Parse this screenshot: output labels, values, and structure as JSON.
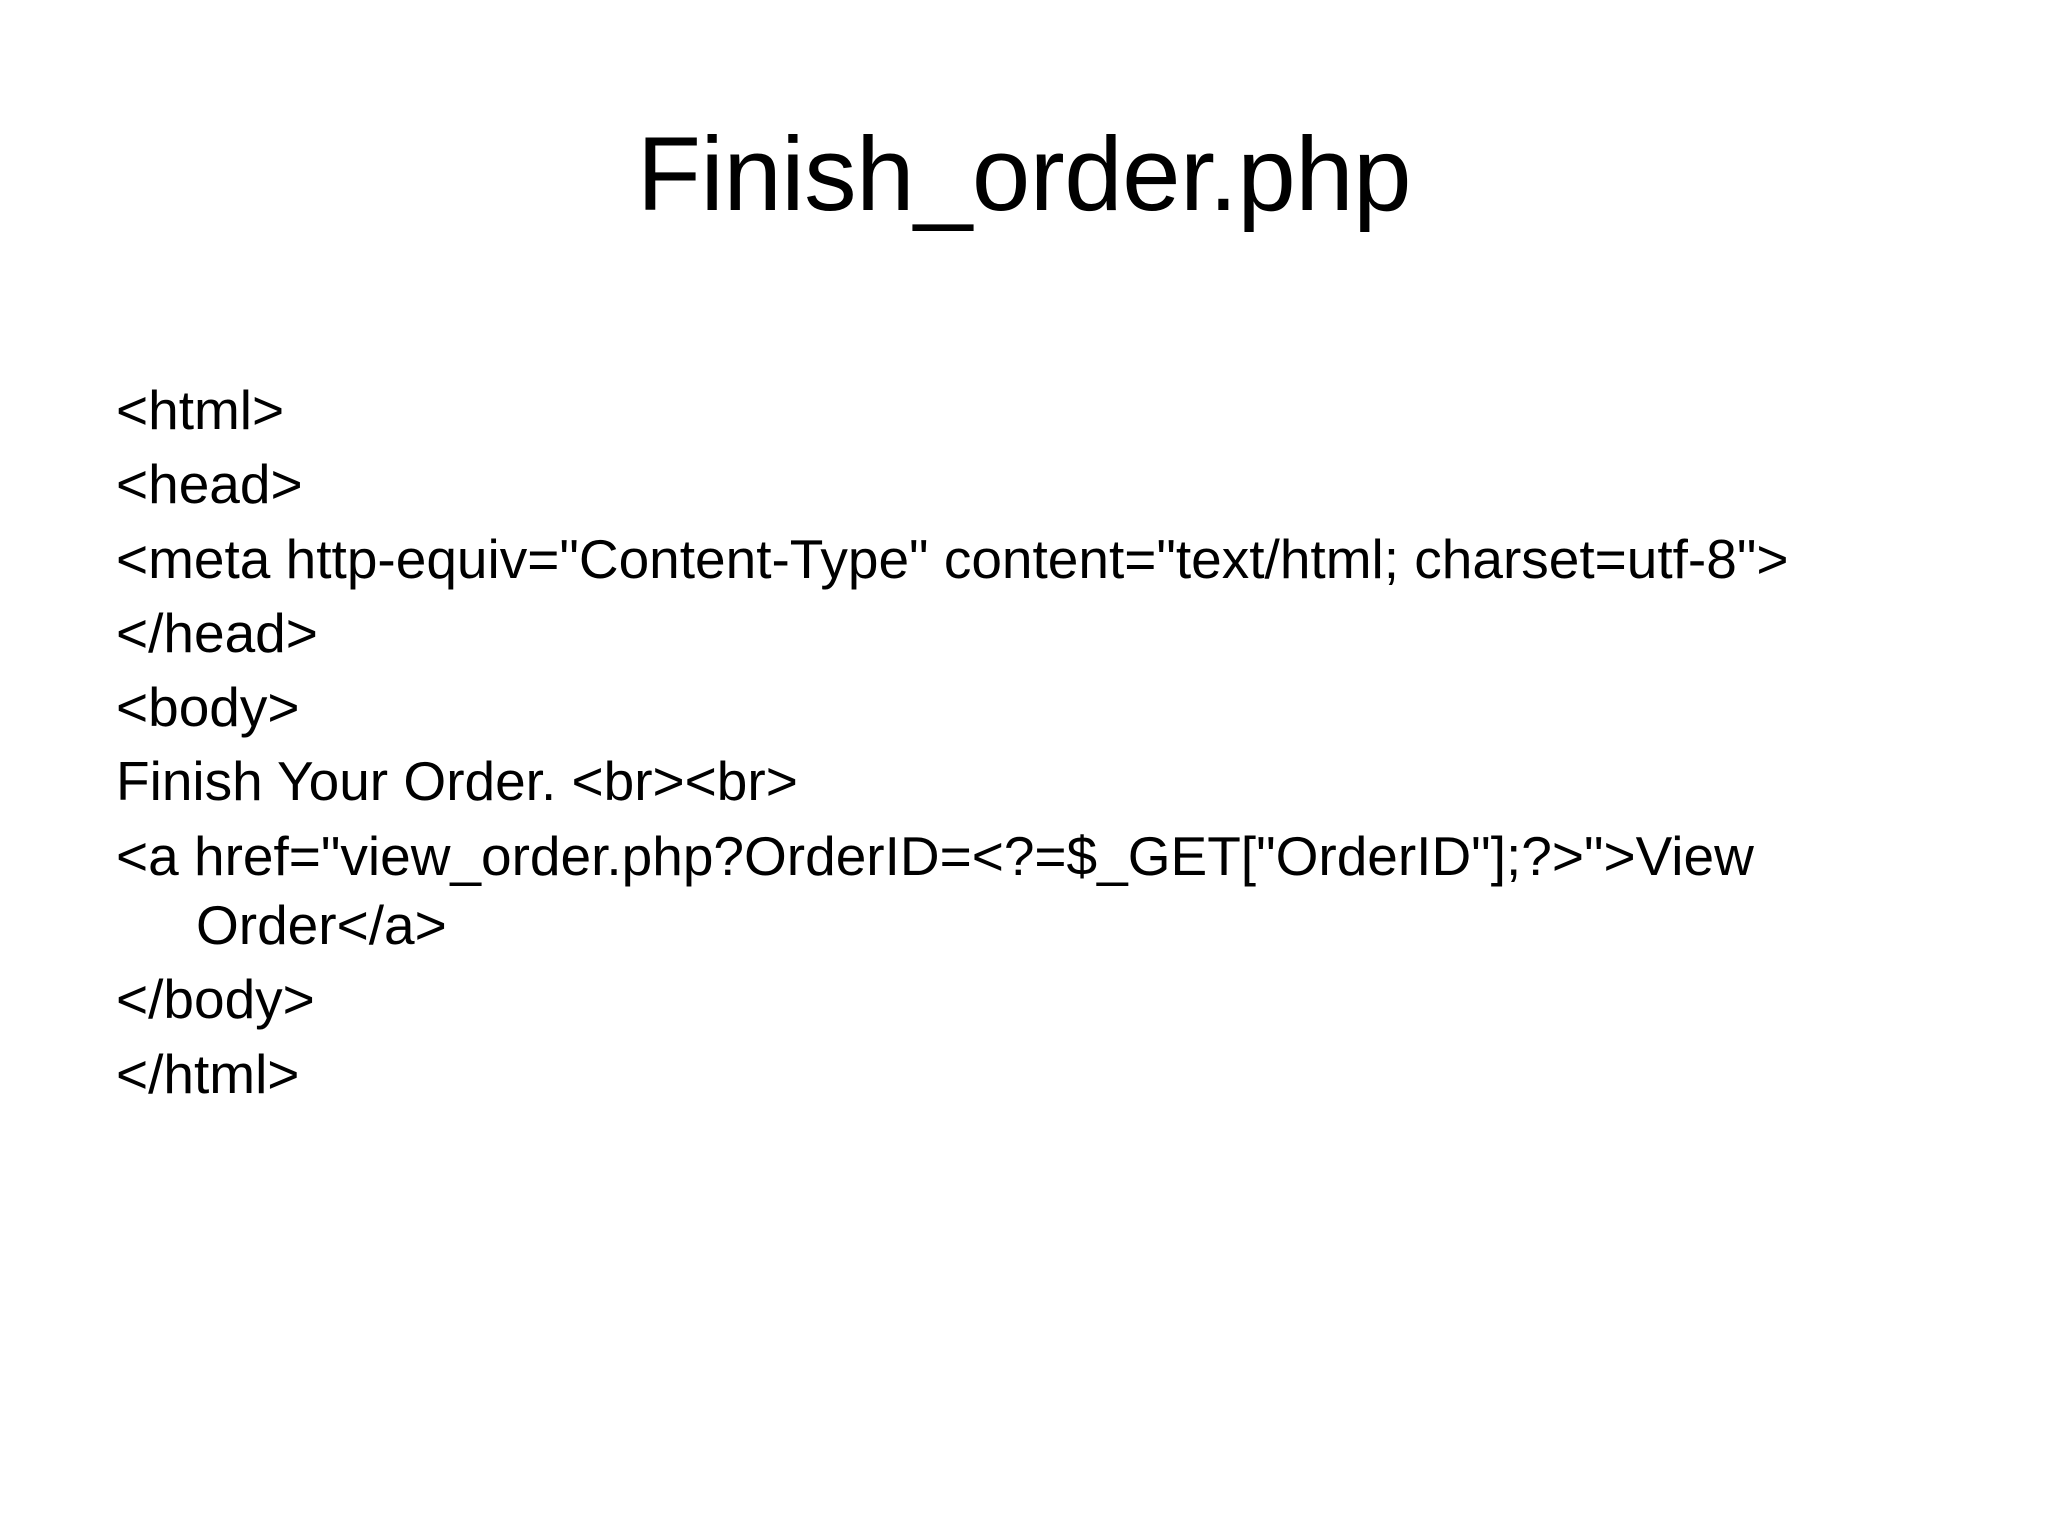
{
  "slide": {
    "title": "Finish_order.php",
    "background_color": "#FFFFFF",
    "text_color": "#000000",
    "code_lines": [
      {
        "text": "<html>"
      },
      {
        "text": "<head>"
      },
      {
        "text": "<meta http-equiv=\"Content-Type\" content=\"text/html; charset=utf-8\">"
      },
      {
        "text": "</head>"
      },
      {
        "text": "<body>"
      },
      {
        "text": "Finish Your Order. <br><br>"
      },
      {
        "text": "<a href=\"view_order.php?OrderID=<?=$_GET[\"OrderID\"];?>\">View Order</a>"
      },
      {
        "text": "</body>"
      },
      {
        "text": "</html>"
      }
    ]
  }
}
